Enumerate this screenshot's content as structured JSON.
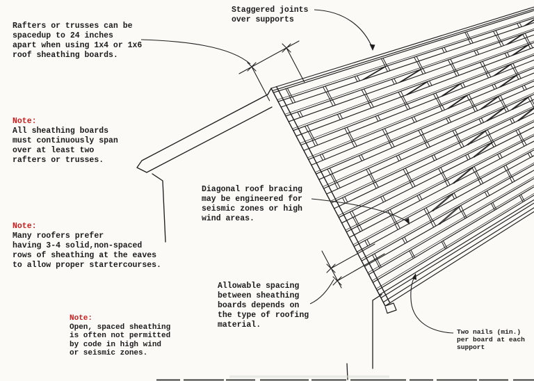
{
  "page": {
    "background": "#fbfaf7",
    "ink": "#1e1e1e",
    "note_color": "#cd1c1c",
    "diagram_subject": "Spaced roof sheathing boards over rafters (isometric sketch)"
  },
  "labels": {
    "rafter_spacing": {
      "lines": [
        "Rafters or trusses can be",
        "spacedup to 24 inches",
        "apart when using 1x4 or 1x6",
        "roof sheathing boards."
      ]
    },
    "staggered_joints": {
      "lines": [
        "Staggered joints",
        "over supports"
      ]
    },
    "note_span": {
      "prefix": "Note:",
      "lines": [
        "All sheathing boards",
        "must continuously span",
        "over at least two",
        "rafters or trusses."
      ]
    },
    "note_eaves": {
      "prefix": "Note:",
      "lines": [
        "Many roofers prefer",
        "having 3-4 solid,non-spaced",
        "rows of sheathing at the eaves",
        "to allow proper startercourses."
      ]
    },
    "diagonal_bracing": {
      "lines": [
        "Diagonal roof bracing",
        "may be engineered for",
        "seismic zones or high",
        "wind areas."
      ]
    },
    "allowable_spacing": {
      "lines": [
        "Allowable spacing",
        "between sheathing",
        "boards depends on",
        "the type of roofing",
        "material."
      ]
    },
    "note_code": {
      "prefix": "Note:",
      "lines": [
        "Open, spaced sheathing",
        "is often not permitted",
        "by code in high wind",
        "or seismic zones."
      ]
    },
    "two_nails": {
      "lines": [
        "Two nails (min.)",
        "per board at each",
        "support"
      ]
    }
  }
}
